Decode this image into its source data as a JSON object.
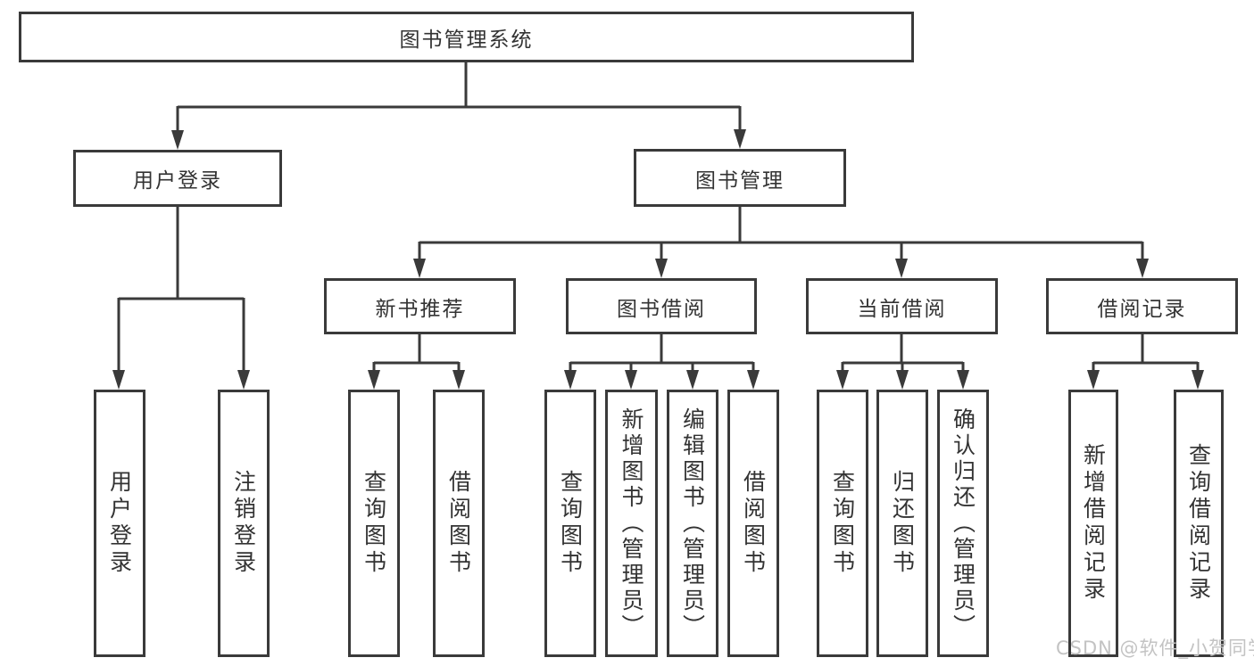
{
  "tree": {
    "label": "图书管理系统",
    "children": [
      {
        "label": "用户登录",
        "children": [
          {
            "label": "用户登录"
          },
          {
            "label": "注销登录"
          }
        ]
      },
      {
        "label": "图书管理",
        "children": [
          {
            "label": "新书推荐",
            "children": [
              {
                "label": "查询图书"
              },
              {
                "label": "借阅图书"
              }
            ]
          },
          {
            "label": "图书借阅",
            "children": [
              {
                "label": "查询图书"
              },
              {
                "label": "新增图书（管理员）"
              },
              {
                "label": "编辑图书（管理员）"
              },
              {
                "label": "借阅图书"
              }
            ]
          },
          {
            "label": "当前借阅",
            "children": [
              {
                "label": "查询图书"
              },
              {
                "label": "归还图书"
              },
              {
                "label": "确认归还（管理员）"
              }
            ]
          },
          {
            "label": "借阅记录",
            "children": [
              {
                "label": "新增借阅记录"
              },
              {
                "label": "查询借阅记录"
              }
            ]
          }
        ]
      }
    ]
  },
  "watermark": "CSDN @软件_小贺同学",
  "colors": {
    "line": "#3a3a3a",
    "text": "#333333",
    "watermark": "#c3c3c3",
    "background": "#ffffff"
  }
}
